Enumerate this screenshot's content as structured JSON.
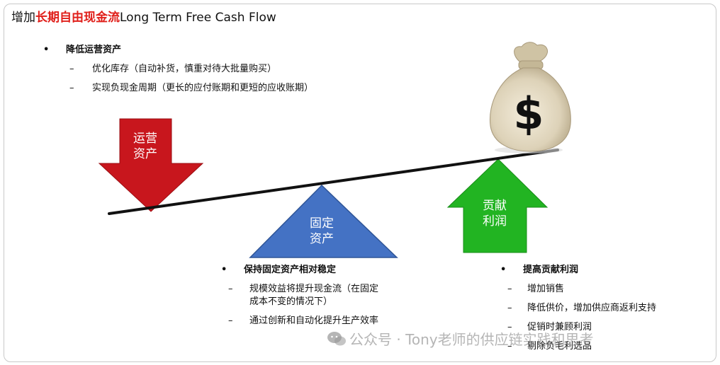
{
  "title": {
    "prefix": "增加",
    "highlight": "长期自由现金流",
    "suffix": "Long Term Free Cash Flow"
  },
  "colors": {
    "highlight": "#e0201b",
    "down_arrow": "#c8161d",
    "triangle": "#4472c4",
    "up_arrow": "#22b422"
  },
  "section_operating": {
    "bullet": "•",
    "heading": "降低运营资产",
    "items": [
      {
        "dash": "–",
        "text": "优化库存（自动补货，慎重对待大批量购买）"
      },
      {
        "dash": "–",
        "text": "实现负现金周期（更长的应付账期和更短的应收账期）"
      }
    ]
  },
  "down_arrow": {
    "line1": "运营",
    "line2": "资产"
  },
  "fixed_triangle": {
    "line1": "固定",
    "line2": "资产"
  },
  "up_arrow": {
    "line1": "贡献",
    "line2": "利润"
  },
  "money_bag": {
    "symbol": "$",
    "icon": "money-bag-icon"
  },
  "section_fixed": {
    "bullet": "•",
    "heading": "保持固定资产相对稳定",
    "items": [
      {
        "dash": "–",
        "line1": "规模效益将提升现金流（在固定",
        "line2": "成本不变的情况下）"
      },
      {
        "dash": "–",
        "line1": "通过创新和自动化提升生产效率"
      }
    ]
  },
  "section_profit": {
    "bullet": "•",
    "heading": "提高贡献利润",
    "items": [
      {
        "dash": "–",
        "text": "增加销售"
      },
      {
        "dash": "–",
        "text": "降低供价，增加供应商返利支持"
      },
      {
        "dash": "–",
        "text": "促销时兼顾利润"
      },
      {
        "dash": "–",
        "text": "剔除负毛利选品"
      }
    ]
  },
  "watermark": {
    "text": "公众号 · Tony老师的供应链实践和思考",
    "icon": "wechat-icon"
  }
}
